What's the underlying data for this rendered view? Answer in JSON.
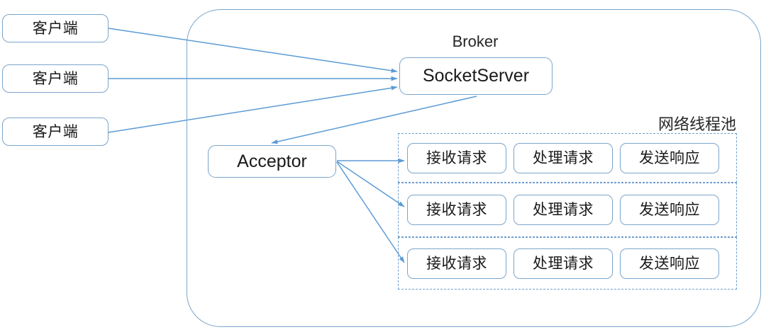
{
  "diagram": {
    "title_broker": "Broker",
    "title_thread_pool": "网络线程池",
    "colors": {
      "box_border": "#7ba5cc",
      "dashed_border": "#6f9fd0",
      "arrow": "#5b9bd5",
      "container_border": "#7ba5cc",
      "text": "#1a1a1a",
      "background": "#ffffff"
    },
    "clients": [
      {
        "label": "客户端"
      },
      {
        "label": "客户端"
      },
      {
        "label": "客户端"
      }
    ],
    "socket_server": {
      "label": "SocketServer"
    },
    "acceptor": {
      "label": "Acceptor"
    },
    "thread_pool": {
      "label": "网络线程池",
      "rows": [
        {
          "stages": [
            {
              "label": "接收请求"
            },
            {
              "label": "处理请求"
            },
            {
              "label": "发送响应"
            }
          ]
        },
        {
          "stages": [
            {
              "label": "接收请求"
            },
            {
              "label": "处理请求"
            },
            {
              "label": "发送响应"
            }
          ]
        },
        {
          "stages": [
            {
              "label": "接收请求"
            },
            {
              "label": "处理请求"
            },
            {
              "label": "发送响应"
            }
          ]
        }
      ]
    },
    "edges": [
      {
        "from": "client-1",
        "to": "socket-server"
      },
      {
        "from": "client-2",
        "to": "socket-server"
      },
      {
        "from": "client-3",
        "to": "socket-server"
      },
      {
        "from": "socket-server",
        "to": "acceptor"
      },
      {
        "from": "acceptor",
        "to": "thread-row-1"
      },
      {
        "from": "acceptor",
        "to": "thread-row-2"
      },
      {
        "from": "acceptor",
        "to": "thread-row-3"
      }
    ]
  }
}
